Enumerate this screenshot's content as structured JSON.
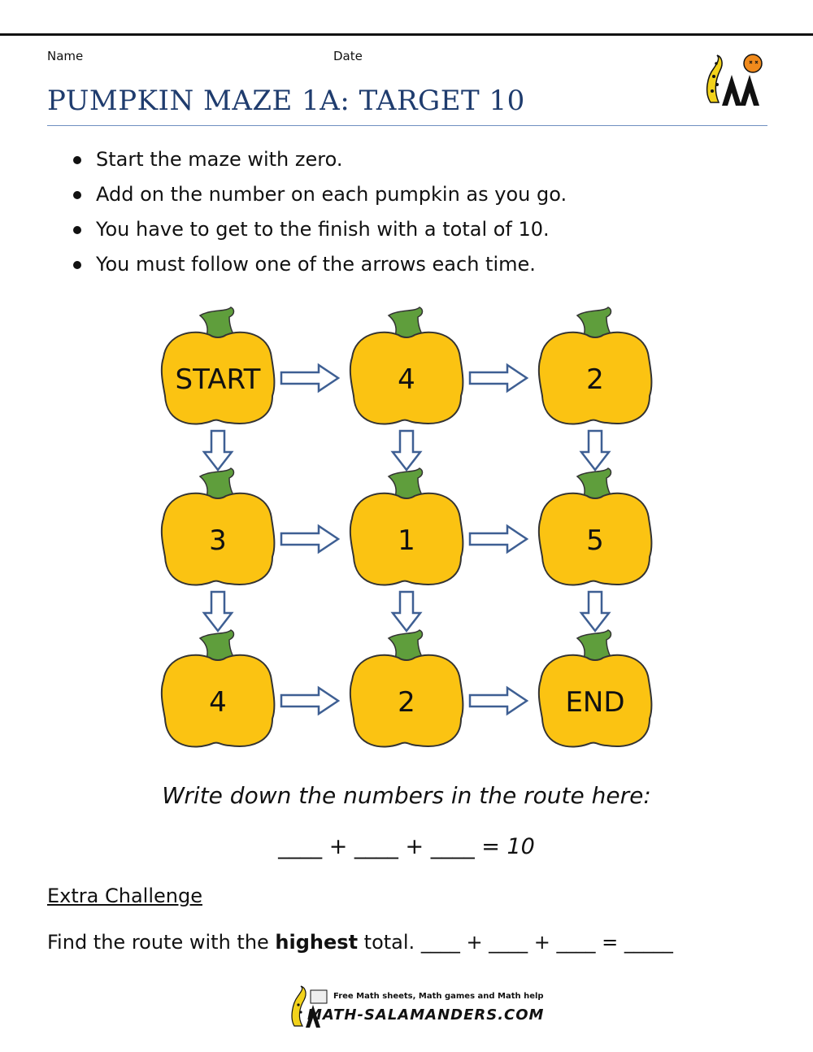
{
  "header": {
    "name_label": "Name",
    "date_label": "Date",
    "title": "PUMPKIN MAZE 1A: TARGET 10"
  },
  "instructions": [
    "Start the maze with zero.",
    "Add on the number on each pumpkin as you go.",
    "You have to get to the finish with a total of 10.",
    "You must follow one of the arrows each time."
  ],
  "maze": {
    "target": 10,
    "pumpkins": [
      [
        "START",
        "4",
        "2"
      ],
      [
        "3",
        "1",
        "5"
      ],
      [
        "4",
        "2",
        "END"
      ]
    ],
    "arrow_directions": [
      "right",
      "down"
    ],
    "colors": {
      "pumpkin_fill": "#fbc312",
      "pumpkin_outline": "#333333",
      "stem_fill": "#5f9e3c",
      "arrow_outline": "#3e5f93"
    }
  },
  "route": {
    "prompt": "Write down the numbers in the route here:",
    "equation": "____ + ____ + ____ = 10"
  },
  "extra": {
    "heading": "Extra Challenge",
    "text_before": "Find the route with the ",
    "text_bold": "highest",
    "text_after": " total.  ____ + ____ + ____ = _____"
  },
  "footer": {
    "tagline": "Free Math sheets, Math games and Math help",
    "site": "MATH-SALAMANDERS.COM"
  },
  "colors": {
    "title": "#1f3c6e",
    "title_rule": "#6f8fc0"
  }
}
